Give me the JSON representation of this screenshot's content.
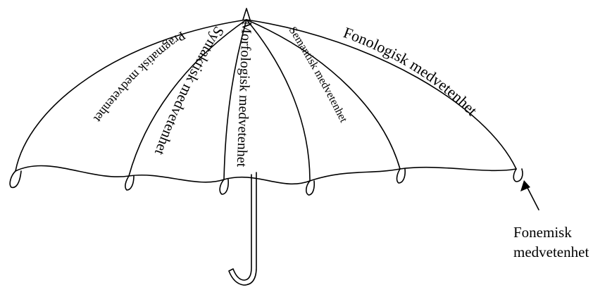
{
  "diagram": {
    "panels": {
      "pragmatisk": "Pragmatisk medvetenhet",
      "syntaktisk": "Syntaktisk medvetenhet",
      "morfologisk": "Morfologisk medvetenhet",
      "semantisk": "Semantisk medvetenhet",
      "fonologisk": "Fonologisk medvetenhet"
    },
    "callout": {
      "line1": "Fonemisk",
      "line2": "medvetenhet"
    }
  }
}
